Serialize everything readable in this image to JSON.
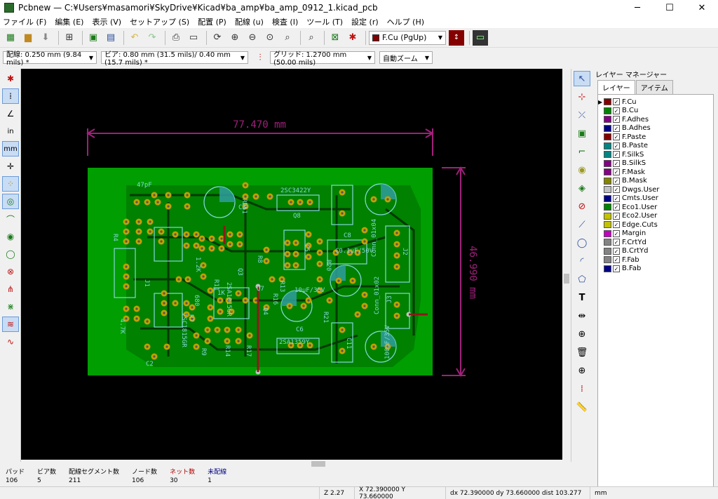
{
  "window": {
    "title": "Pcbnew — C:¥Users¥masamori¥SkyDrive¥Kicad¥ba_amp¥ba_amp_0912_1.kicad_pcb"
  },
  "menu": [
    "ファイル (F)",
    "編集 (E)",
    "表示 (V)",
    "セットアップ (S)",
    "配置 (P)",
    "配線 (u)",
    "検査 (I)",
    "ツール (T)",
    "設定 (r)",
    "ヘルプ (H)"
  ],
  "toolbar": {
    "layer_select": "F.Cu (PgUp)",
    "layer_color": "#840000"
  },
  "toolbar2": {
    "track_width": "配線: 0.250 mm (9.84 mils) *",
    "via_size": "ビア: 0.80 mm (31.5 mils)/ 0.40 mm (15.7 mils) *",
    "grid": "グリッド: 1.2700 mm (50.00 mils)",
    "zoom": "自動ズーム"
  },
  "pcb": {
    "dim_horizontal": "77.470 mm",
    "dim_vertical": "46.990 mm",
    "dim_color": "#a0207a",
    "board_color": "#009e00",
    "silk_labels": [
      "47pF",
      "2SC3422Y",
      "Q8",
      "RD51",
      "C3",
      "C8",
      "C0.1uF/50V",
      "Conn_01x04",
      "J2",
      "J1",
      "10uF/35V",
      "C6",
      "R21",
      "Conn_01x02",
      "J3",
      "2SA1359Y",
      "C11",
      "100uF/35V",
      "1K",
      "4.7K",
      "680",
      "R11",
      "R7",
      "Q3",
      "Q4",
      "Q7",
      "R9",
      "R14",
      "R17",
      "R4",
      "C2",
      "C5",
      "R20",
      "R13",
      "R16",
      "R8",
      "1.2K",
      "2SC1815GR",
      "2SA1015GR"
    ]
  },
  "layers_panel": {
    "title": "レイヤー マネージャー",
    "tab_layers": "レイヤー",
    "tab_items": "アイテム",
    "layers": [
      {
        "name": "F.Cu",
        "color": "#840000"
      },
      {
        "name": "B.Cu",
        "color": "#008400"
      },
      {
        "name": "F.Adhes",
        "color": "#840084"
      },
      {
        "name": "B.Adhes",
        "color": "#000084"
      },
      {
        "name": "F.Paste",
        "color": "#840000"
      },
      {
        "name": "B.Paste",
        "color": "#008484"
      },
      {
        "name": "F.SilkS",
        "color": "#008484"
      },
      {
        "name": "B.SilkS",
        "color": "#840084"
      },
      {
        "name": "F.Mask",
        "color": "#840084"
      },
      {
        "name": "B.Mask",
        "color": "#848400"
      },
      {
        "name": "Dwgs.User",
        "color": "#c2c2c2"
      },
      {
        "name": "Cmts.User",
        "color": "#000084"
      },
      {
        "name": "Eco1.User",
        "color": "#008400"
      },
      {
        "name": "Eco2.User",
        "color": "#c2c200"
      },
      {
        "name": "Edge.Cuts",
        "color": "#c2c200"
      },
      {
        "name": "Margin",
        "color": "#c200c2"
      },
      {
        "name": "F.CrtYd",
        "color": "#848484"
      },
      {
        "name": "B.CrtYd",
        "color": "#848484"
      },
      {
        "name": "F.Fab",
        "color": "#848484"
      },
      {
        "name": "B.Fab",
        "color": "#000084"
      }
    ]
  },
  "status": [
    {
      "label": "パッド",
      "value": "106",
      "color": "#000000"
    },
    {
      "label": "ビア数",
      "value": "5",
      "color": "#000000"
    },
    {
      "label": "配線セグメント数",
      "value": "211",
      "color": "#000000"
    },
    {
      "label": "ノード数",
      "value": "106",
      "color": "#000000"
    },
    {
      "label": "ネット数",
      "value": "30",
      "color": "#b00000"
    },
    {
      "label": "未配線",
      "value": "1",
      "color": "#000084"
    }
  ],
  "coords": {
    "zoom": "Z 2.27",
    "abs": "X 72.390000  Y 73.660000",
    "rel": "dx 72.390000  dy 73.660000  dist 103.277",
    "units": "mm"
  }
}
